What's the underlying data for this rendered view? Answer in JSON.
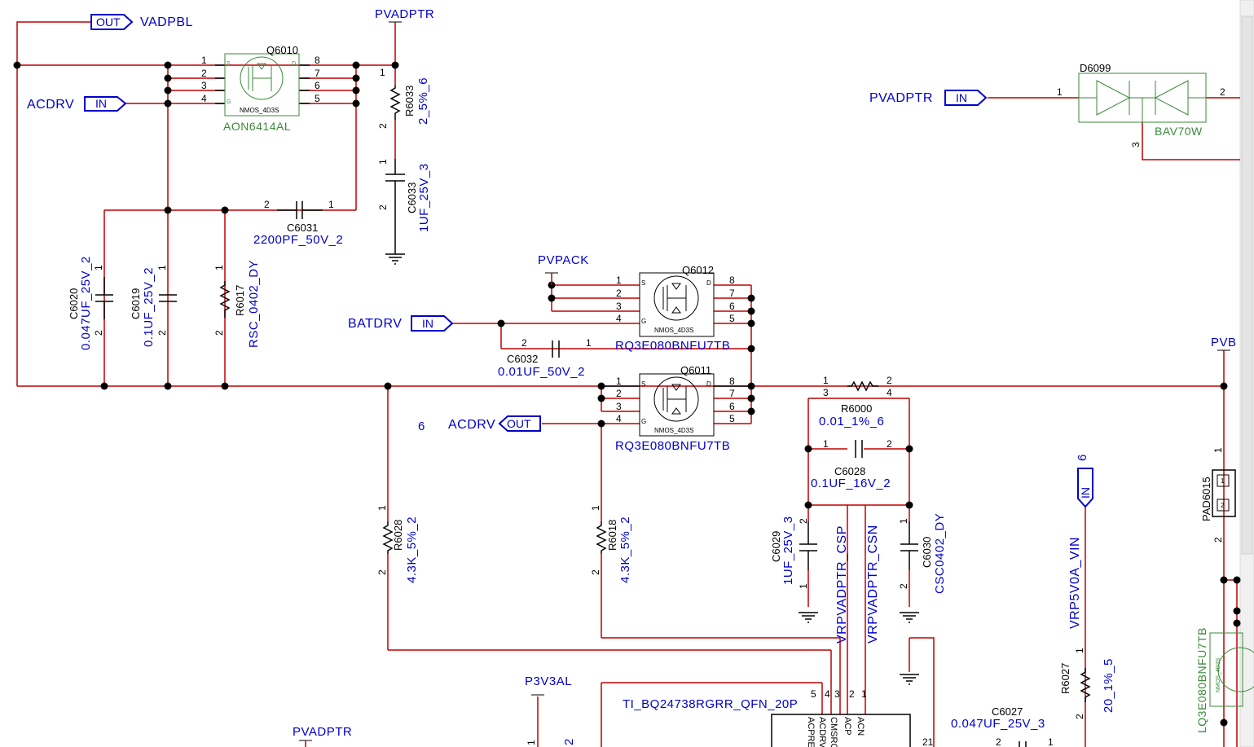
{
  "schematic": {
    "ports": {
      "vadpbl": {
        "type": "OUT",
        "name": "VADPBL"
      },
      "acdrv_in": {
        "type": "IN",
        "name": "ACDRV"
      },
      "batdrv": {
        "type": "IN",
        "name": "BATDRV"
      },
      "acdrv_out": {
        "type": "OUT",
        "name": "ACDRV"
      },
      "pvadptr_in": {
        "type": "IN",
        "name": "PVADPTR"
      },
      "vrp5v0a": {
        "type": "IN",
        "name": "VRP5V0A_VIN"
      }
    },
    "nets": {
      "pvadptr_top": "PVADPTR",
      "pvpack": "PVPACK",
      "pvb": "PVB",
      "p3v3al": "P3V3AL",
      "pvadptr_bottom": "PVADPTR",
      "csp": "VRPVADPTR_CSP",
      "csn": "VRPVADPTR_CSN"
    },
    "components": {
      "q6010": {
        "ref": "Q6010",
        "value": "AON6414AL",
        "body": "NMOS_4D3S"
      },
      "q6012": {
        "ref": "Q6012",
        "value": "RQ3E080BNFU7TB",
        "body": "NMOS_4D3S"
      },
      "q6011": {
        "ref": "Q6011",
        "value": "RQ3E080BNFU7TB",
        "body": "NMOS_4D3S"
      },
      "q_right": {
        "value": "LQ3E080BNFU7TB",
        "body": "NMOS_4D3S"
      },
      "r6033": {
        "ref": "R6033",
        "value": "2_5%_6"
      },
      "c6033": {
        "ref": "C6033",
        "value": "1UF_25V_3"
      },
      "c6031": {
        "ref": "C6031",
        "value": "2200PF_50V_2"
      },
      "c6020": {
        "ref": "C6020",
        "value": "0.047UF_25V_2"
      },
      "c6019": {
        "ref": "C6019",
        "value": "0.1UF_25V_2"
      },
      "r6017": {
        "ref": "R6017",
        "value": "RSC_0402_DY"
      },
      "c6032": {
        "ref": "C6032",
        "value": "0.01UF_50V_2"
      },
      "r6000": {
        "ref": "R6000",
        "value": "0.01_1%_6"
      },
      "c6028": {
        "ref": "C6028",
        "value": "0.1UF_16V_2"
      },
      "c6029": {
        "ref": "C6029",
        "value": "1UF_25V_3"
      },
      "c6030": {
        "ref": "C6030",
        "value": "CSC0402_DY"
      },
      "r6028": {
        "ref": "R6028",
        "value": "4.3K_5%_2"
      },
      "r6018": {
        "ref": "R6018",
        "value": "4.3K_5%_2"
      },
      "r6027": {
        "ref": "R6027",
        "value": "20_1%_5"
      },
      "c6027": {
        "ref": "C6027",
        "value": "0.047UF_25V_3"
      },
      "d6099": {
        "ref": "D6099",
        "value": "BAV70W"
      },
      "pad6015": {
        "ref": "PAD6015"
      },
      "u_ic": {
        "value": "TI_BQ24738RGRR_QFN_20P",
        "pins": [
          "ACPRE",
          "ACDRV",
          "CMSRC",
          "ACP",
          "ACN"
        ]
      }
    },
    "stray": {
      "six_a": "6",
      "six_b": "6"
    }
  }
}
